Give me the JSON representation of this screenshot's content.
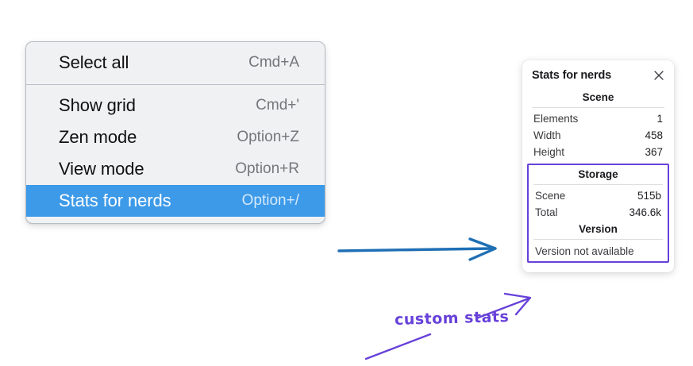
{
  "colors": {
    "canvas_background": "#ffffff",
    "menu_background": "#f0f1f3",
    "menu_highlight": "#3d9ae8",
    "annotation_purple": "#6741d9",
    "annotation_blue": "#1f6fb5",
    "panel_background": "#ffffff"
  },
  "context_menu": {
    "name": "canvas-context-menu",
    "groups": [
      {
        "items": [
          {
            "label": "Select all",
            "shortcut": "Cmd+A",
            "highlighted": false
          }
        ]
      },
      {
        "items": [
          {
            "label": "Show grid",
            "shortcut": "Cmd+'",
            "highlighted": false
          },
          {
            "label": "Zen mode",
            "shortcut": "Option+Z",
            "highlighted": false
          },
          {
            "label": "View mode",
            "shortcut": "Option+R",
            "highlighted": false
          },
          {
            "label": "Stats for nerds",
            "shortcut": "Option+/",
            "highlighted": true
          }
        ]
      }
    ]
  },
  "stats_panel": {
    "title": "Stats for nerds",
    "close_icon": "close-icon",
    "sections": [
      {
        "header": "Scene",
        "rows": [
          {
            "label": "Elements",
            "value": "1"
          },
          {
            "label": "Width",
            "value": "458"
          },
          {
            "label": "Height",
            "value": "367"
          }
        ]
      },
      {
        "header": "Storage",
        "rows": [
          {
            "label": "Scene",
            "value": "515b"
          },
          {
            "label": "Total",
            "value": "346.6k"
          }
        ]
      },
      {
        "header": "Version",
        "note": "Version not available"
      }
    ]
  },
  "annotations": {
    "handwritten_label": "custom stats",
    "blue_arrow": "arrow-menu-to-panel",
    "purple_arrow": "arrow-label-to-custom-stats",
    "purple_underline": "line-under-label"
  }
}
